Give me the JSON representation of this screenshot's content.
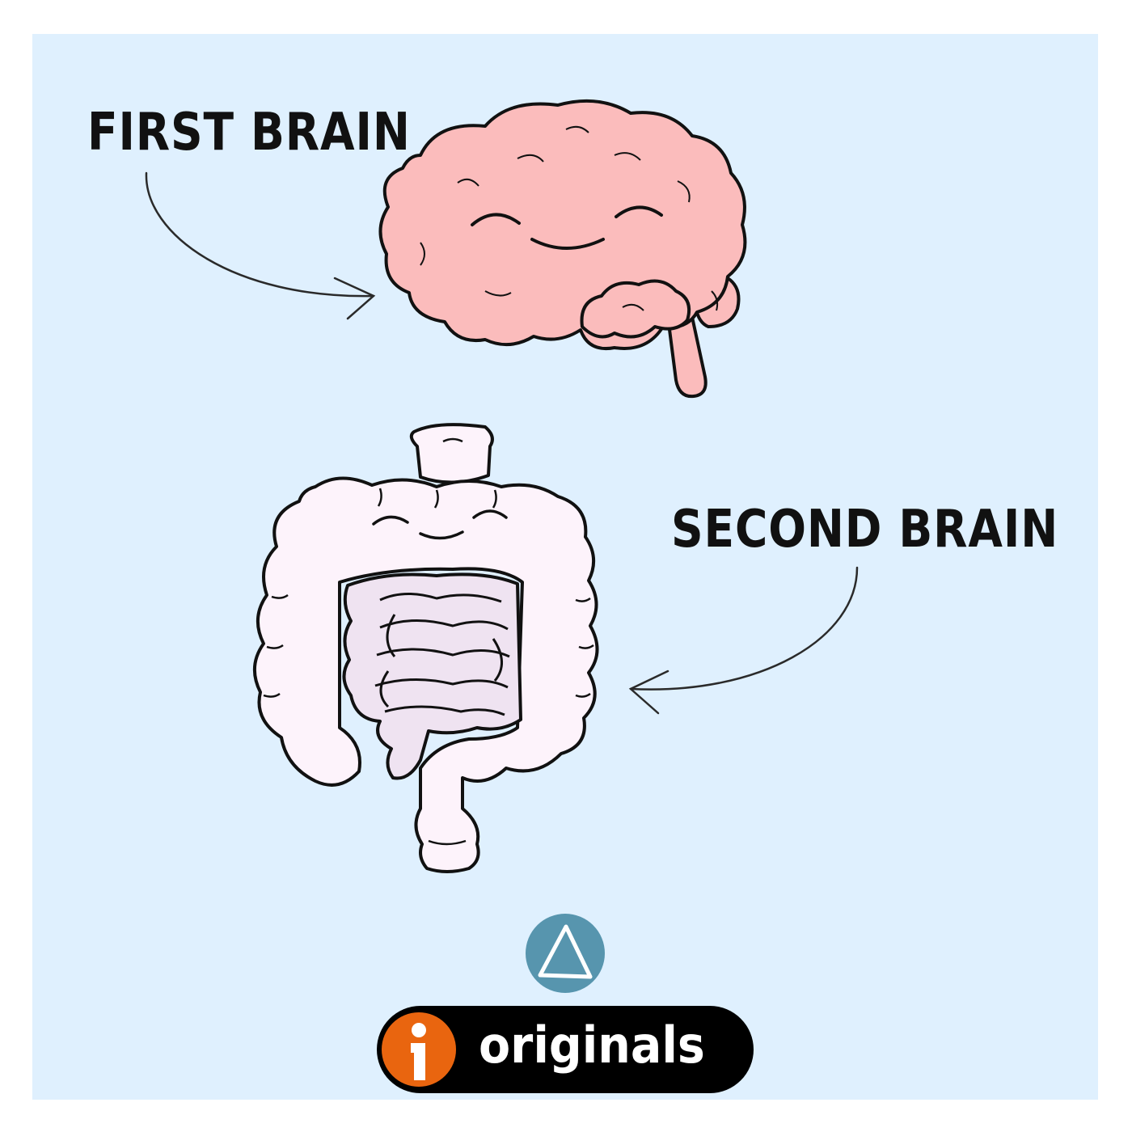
{
  "labels": {
    "first": "FIRST BRAIN",
    "second": "SECOND BRAIN"
  },
  "logo": {
    "word": "originals",
    "mark_letter": "i"
  },
  "colors": {
    "background": "#dff0fe",
    "brain_fill": "#fbbcbc",
    "gut_fill": "#fdf3fb",
    "gut_inner_fill": "#efe3f1",
    "badge_teal": "#5795ae",
    "logo_orange": "#e9650f"
  },
  "icons": [
    "triangle-badge-icon",
    "originals-logo"
  ]
}
